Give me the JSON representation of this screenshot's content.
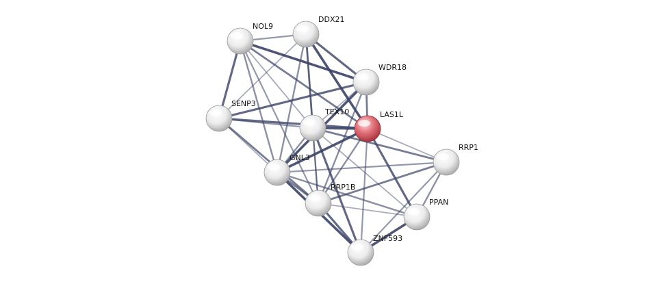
{
  "nodes": [
    {
      "id": "NOL9",
      "label": "NOL9",
      "type": "neighbor"
    },
    {
      "id": "DDX21",
      "label": "DDX21",
      "type": "neighbor"
    },
    {
      "id": "WDR18",
      "label": "WDR18",
      "type": "neighbor"
    },
    {
      "id": "SENP3",
      "label": "SENP3",
      "type": "neighbor"
    },
    {
      "id": "TEX10",
      "label": "TEX10",
      "type": "neighbor"
    },
    {
      "id": "LAS1L",
      "label": "LAS1L",
      "type": "query"
    },
    {
      "id": "RRP1",
      "label": "RRP1",
      "type": "neighbor"
    },
    {
      "id": "GNL3",
      "label": "GNL3",
      "type": "neighbor"
    },
    {
      "id": "RRP1B",
      "label": "RRP1B",
      "type": "neighbor"
    },
    {
      "id": "PPAN",
      "label": "PPAN",
      "type": "neighbor"
    },
    {
      "id": "ZNF593",
      "label": "ZNF593",
      "type": "neighbor"
    }
  ],
  "edges": [
    [
      "NOL9",
      "DDX21"
    ],
    [
      "NOL9",
      "SENP3"
    ],
    [
      "NOL9",
      "TEX10"
    ],
    [
      "NOL9",
      "LAS1L"
    ],
    [
      "NOL9",
      "WDR18"
    ],
    [
      "NOL9",
      "GNL3"
    ],
    [
      "NOL9",
      "RRP1B"
    ],
    [
      "DDX21",
      "WDR18"
    ],
    [
      "DDX21",
      "SENP3"
    ],
    [
      "DDX21",
      "TEX10"
    ],
    [
      "DDX21",
      "LAS1L"
    ],
    [
      "DDX21",
      "GNL3"
    ],
    [
      "DDX21",
      "RRP1B"
    ],
    [
      "WDR18",
      "SENP3"
    ],
    [
      "WDR18",
      "TEX10"
    ],
    [
      "WDR18",
      "LAS1L"
    ],
    [
      "WDR18",
      "GNL3"
    ],
    [
      "WDR18",
      "RRP1B"
    ],
    [
      "SENP3",
      "TEX10"
    ],
    [
      "SENP3",
      "LAS1L"
    ],
    [
      "SENP3",
      "GNL3"
    ],
    [
      "SENP3",
      "RRP1B"
    ],
    [
      "TEX10",
      "LAS1L"
    ],
    [
      "TEX10",
      "GNL3"
    ],
    [
      "TEX10",
      "RRP1B"
    ],
    [
      "TEX10",
      "ZNF593"
    ],
    [
      "TEX10",
      "PPAN"
    ],
    [
      "TEX10",
      "RRP1"
    ],
    [
      "LAS1L",
      "GNL3"
    ],
    [
      "LAS1L",
      "RRP1B"
    ],
    [
      "LAS1L",
      "ZNF593"
    ],
    [
      "LAS1L",
      "PPAN"
    ],
    [
      "LAS1L",
      "RRP1"
    ],
    [
      "GNL3",
      "RRP1B"
    ],
    [
      "GNL3",
      "ZNF593"
    ],
    [
      "GNL3",
      "PPAN"
    ],
    [
      "GNL3",
      "RRP1"
    ],
    [
      "RRP1B",
      "ZNF593"
    ],
    [
      "RRP1B",
      "PPAN"
    ],
    [
      "RRP1B",
      "RRP1"
    ],
    [
      "PPAN",
      "ZNF593"
    ],
    [
      "PPAN",
      "RRP1"
    ],
    [
      "ZNF593",
      "RRP1"
    ]
  ],
  "colors": {
    "edge": "#3c4466",
    "node_neighbor": "#e8e8e8",
    "node_query": "#d9626a"
  }
}
